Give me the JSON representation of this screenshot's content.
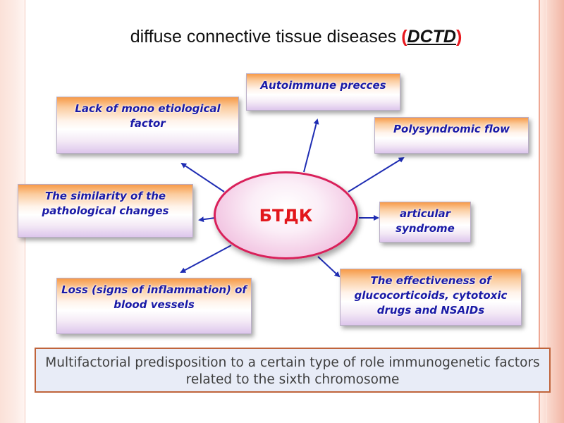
{
  "title": {
    "main": "diffuse connective tissue diseases ",
    "paren_open": "(",
    "abbr": "DCTD",
    "paren_close": ")"
  },
  "center": {
    "label": "БТДК"
  },
  "boxes": {
    "autoimmune": "Autoimmune precces",
    "lack_mono": "Lack of mono etiological factor",
    "polysyndromic": "Polysyndromic flow",
    "similarity": "The similarity of the pathological changes",
    "articular": "articular syndrome",
    "loss_signs": "Loss (signs of inflammation) of blood vessels",
    "effectiveness": "The effectiveness of glucocorticoids, cytotoxic drugs and NSAIDs"
  },
  "footer": {
    "text": "Multifactorial predisposition to a certain type of role immunogenetic factors related to the sixth chromosome"
  },
  "colors": {
    "box_text": "#1a1aa6",
    "center_text": "#e2171c",
    "arrow": "#1f2db3",
    "footer_border": "#c0643b"
  }
}
